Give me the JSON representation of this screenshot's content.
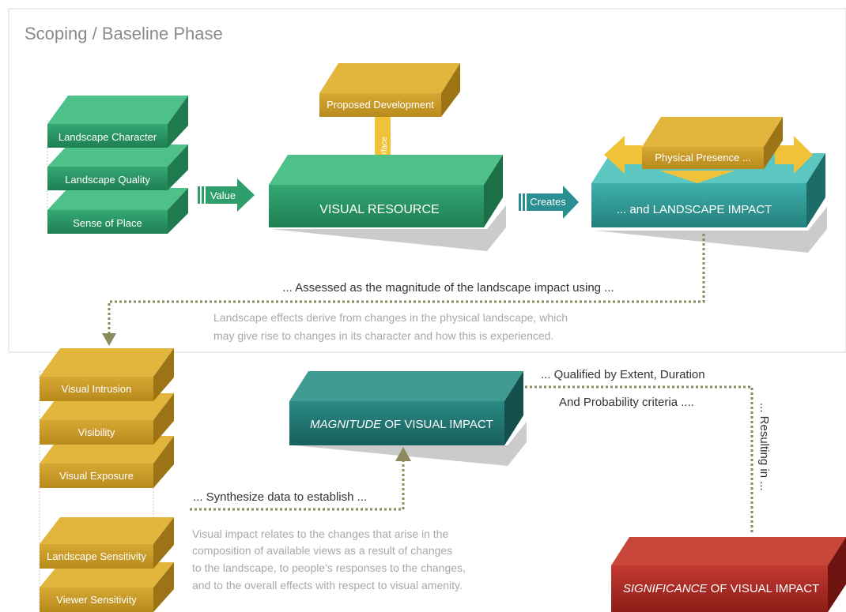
{
  "phase_title": "Scoping / Baseline Phase",
  "left_stack": {
    "items": [
      "Landscape Character",
      "Landscape Quality",
      "Sense of Place"
    ]
  },
  "arrow_value": "Value",
  "proposed_development": "Proposed Development",
  "interface_label": "Interface",
  "visual_resource": "VISUAL RESOURCE",
  "arrow_creates": "Creates",
  "physical_presence": "Physical Presence ...",
  "landscape_impact": "... and LANDSCAPE IMPACT",
  "assessed_text": "... Assessed as the magnitude of the landscape impact using ...",
  "landscape_effects_note": {
    "line1": "Landscape effects derive from changes in the physical landscape, which",
    "line2": "may give rise to changes in its character and how this is experienced."
  },
  "visual_stack": {
    "items": [
      "Visual Intrusion",
      "Visibility",
      "Visual Exposure",
      "Landscape Sensitivity",
      "Viewer Sensitivity"
    ]
  },
  "magnitude": {
    "italic": "MAGNITUDE",
    "rest": " OF VISUAL IMPACT"
  },
  "qualified": {
    "line1": "... Qualified by Extent, Duration",
    "line2": "And Probability criteria ...."
  },
  "resulting_in": "... Resulting in ...",
  "synthesize_text": "... Synthesize data to establish ...",
  "visual_impact_note": {
    "line1": "Visual impact relates to the changes that arise in the",
    "line2": "composition of available views as a result of changes",
    "line3": "to the landscape, to people's responses to the changes,",
    "line4": "and to the overall effects with respect to visual amenity."
  },
  "significance": {
    "italic": "SIGNIFICANCE",
    "rest": " OF VISUAL IMPACT"
  },
  "colors": {
    "green": "#2e9e6a",
    "teal": "#2a8f90",
    "dark_teal": "#1f6e6a",
    "gold": "#d1a52a",
    "red": "#b42a24",
    "dotted": "#8a8a5c"
  }
}
